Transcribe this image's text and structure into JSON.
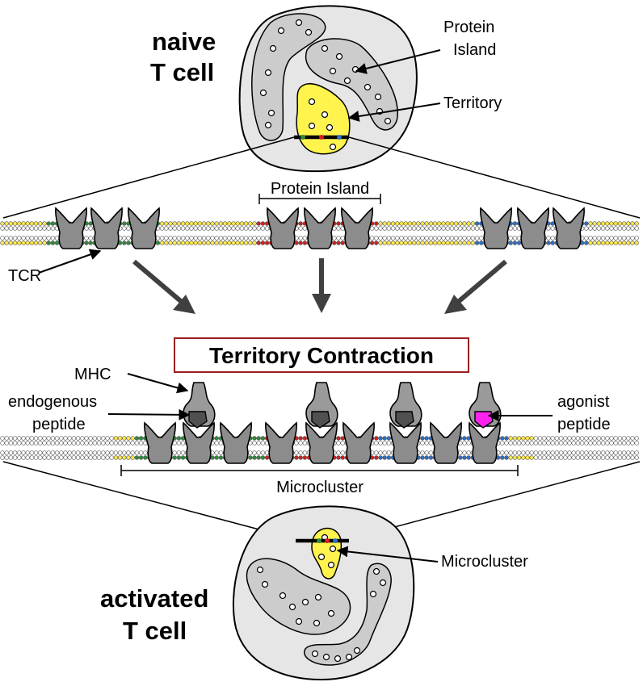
{
  "top_cell": {
    "name_line1": "naive",
    "name_line2": "T cell",
    "protein_island_line1": "Protein",
    "protein_island_line2": "Island",
    "territory": "Territory"
  },
  "membrane_top": {
    "protein_island": "Protein Island",
    "tcr": "TCR"
  },
  "process": {
    "title": "Territory Contraction"
  },
  "membrane_bottom": {
    "mhc": "MHC",
    "endogenous_line1": "endogenous",
    "endogenous_line2": "peptide",
    "agonist_line1": "agonist",
    "agonist_line2": "peptide",
    "microcluster": "Microcluster"
  },
  "bottom_cell": {
    "microcluster": "Microcluster",
    "name_line1": "activated",
    "name_line2": "T cell"
  },
  "colors": {
    "cell_fill": "#e6e6e6",
    "island_fill": "#cccccc",
    "territory_yellow": "#fff34d",
    "receptor_gray": "#8c8c8c",
    "mhc_gray": "#9a9a9a",
    "endogenous_peptide": "#505050",
    "agonist_peptide": "#ff22ee",
    "title_border": "#9a2020",
    "lipid_yellow": "#ffe84a",
    "lipid_green": "#2e8b3c",
    "lipid_red": "#d42020",
    "lipid_blue": "#2c70c8",
    "arrow_gray": "#404040"
  }
}
